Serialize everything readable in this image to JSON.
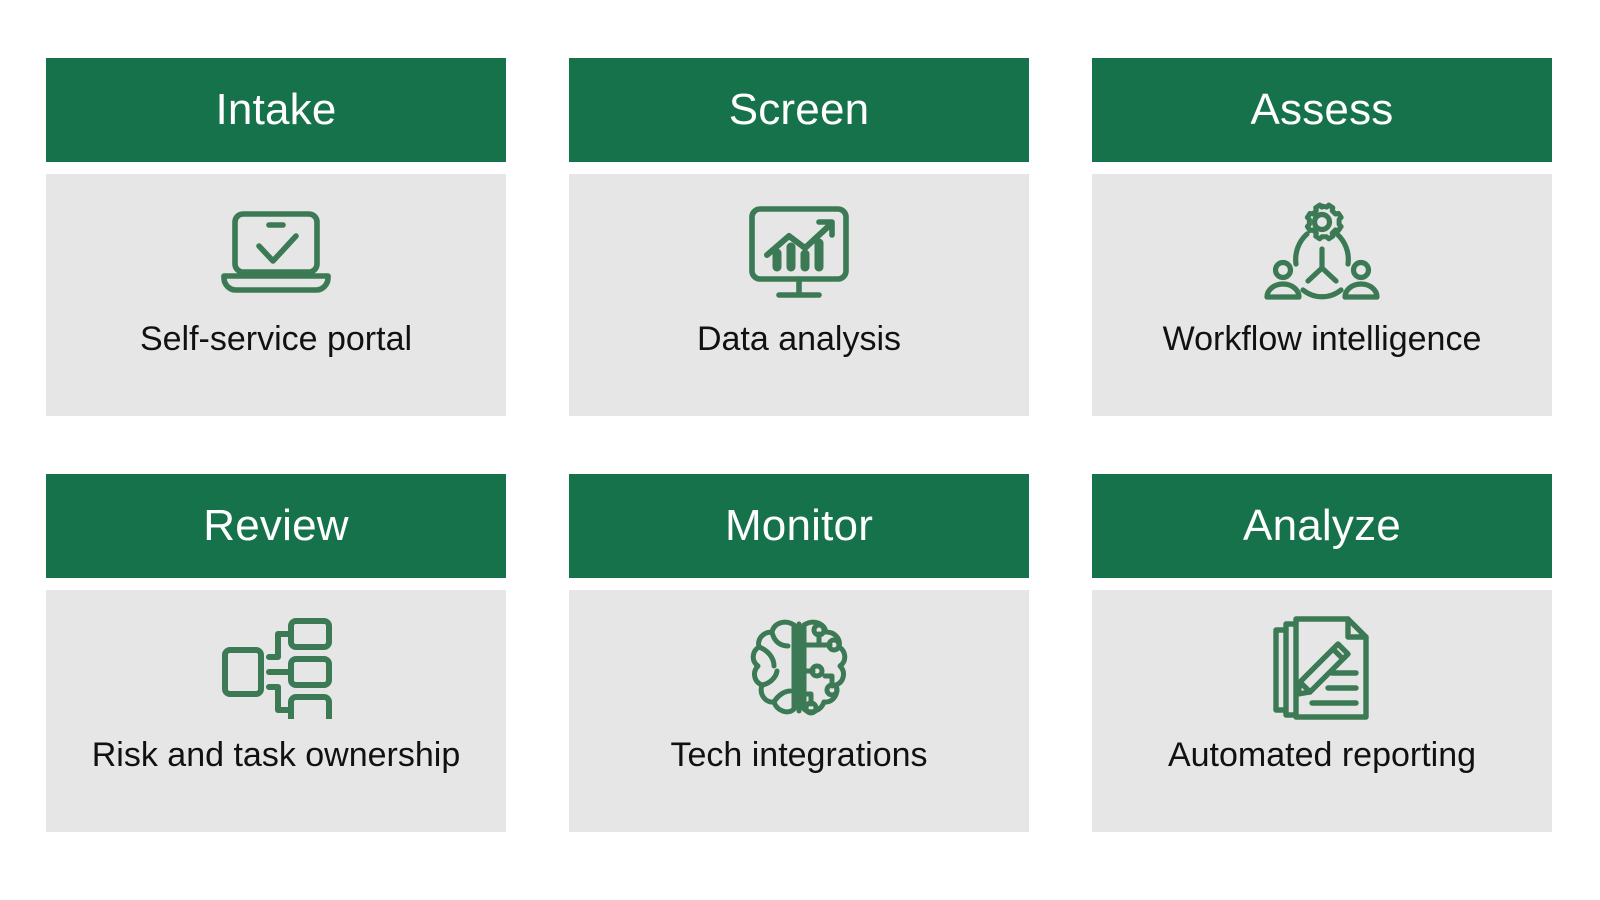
{
  "theme": {
    "header_green": "#16724a",
    "body_gray": "#e6e6e6",
    "icon_green": "#3b7a54",
    "header_text": "#ffffff",
    "caption_text": "#111111",
    "page_background": "#ffffff"
  },
  "grid": {
    "columns": 3,
    "rows": 2,
    "cards": [
      {
        "id": "intake",
        "title": "Intake",
        "caption": "Self-service portal",
        "icon": "laptop-check-icon"
      },
      {
        "id": "screen",
        "title": "Screen",
        "caption": "Data analysis",
        "icon": "monitor-chart-icon"
      },
      {
        "id": "assess",
        "title": "Assess",
        "caption": "Workflow intelligence",
        "icon": "people-gear-network-icon"
      },
      {
        "id": "review",
        "title": "Review",
        "caption": "Risk and task ownership",
        "icon": "flowchart-org-icon"
      },
      {
        "id": "monitor",
        "title": "Monitor",
        "caption": "Tech integrations",
        "icon": "ai-brain-circuit-icon"
      },
      {
        "id": "analyze",
        "title": "Analyze",
        "caption": "Automated reporting",
        "icon": "documents-pencil-icon"
      }
    ]
  }
}
